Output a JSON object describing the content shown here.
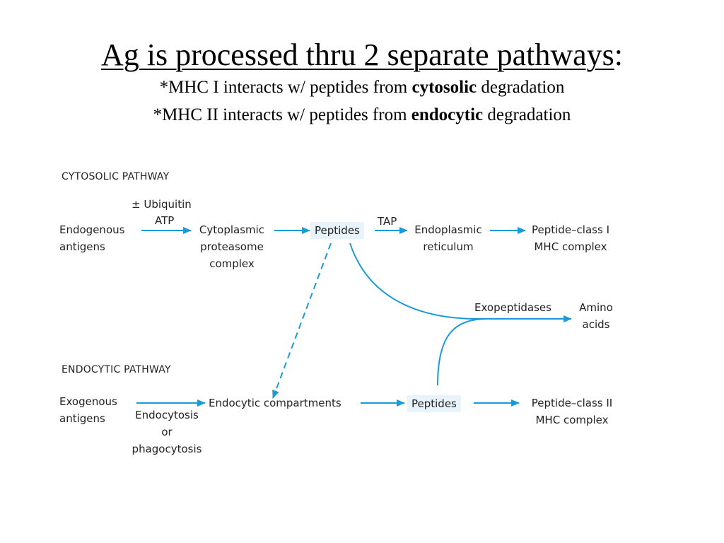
{
  "slide": {
    "title": "Ag is processed thru 2 separate pathways",
    "title_colon": ":",
    "line1": {
      "pre": "*MHC I interacts w/ peptides from ",
      "bold": "cytosolic",
      "post": " degradation"
    },
    "line2": {
      "pre": "*MHC II interacts w/ peptides from ",
      "bold": "endocytic",
      "post": " degradation"
    }
  },
  "diagram": {
    "arrow_color": "#1a9ad6",
    "cytosolic": {
      "header": "CYTOSOLIC PATHWAY",
      "endogenous": [
        "Endogenous",
        "antigens"
      ],
      "ubiquitin": "± Ubiquitin",
      "atp": "ATP",
      "proteasome": [
        "Cytoplasmic",
        "proteasome",
        "complex"
      ],
      "peptides": "Peptides",
      "tap": "TAP",
      "er": [
        "Endoplasmic",
        "reticulum"
      ],
      "mhc1": [
        "Peptide–class I",
        "MHC complex"
      ],
      "exopeptidases": "Exopeptidases",
      "amino": [
        "Amino",
        "acids"
      ]
    },
    "endocytic": {
      "header": "ENDOCYTIC PATHWAY",
      "exogenous": [
        "Exogenous",
        "antigens"
      ],
      "endocytosis": [
        "Endocytosis",
        "or",
        "phagocytosis"
      ],
      "compartments": "Endocytic compartments",
      "peptides": "Peptides",
      "mhc2": [
        "Peptide–class II",
        "MHC complex"
      ]
    }
  }
}
